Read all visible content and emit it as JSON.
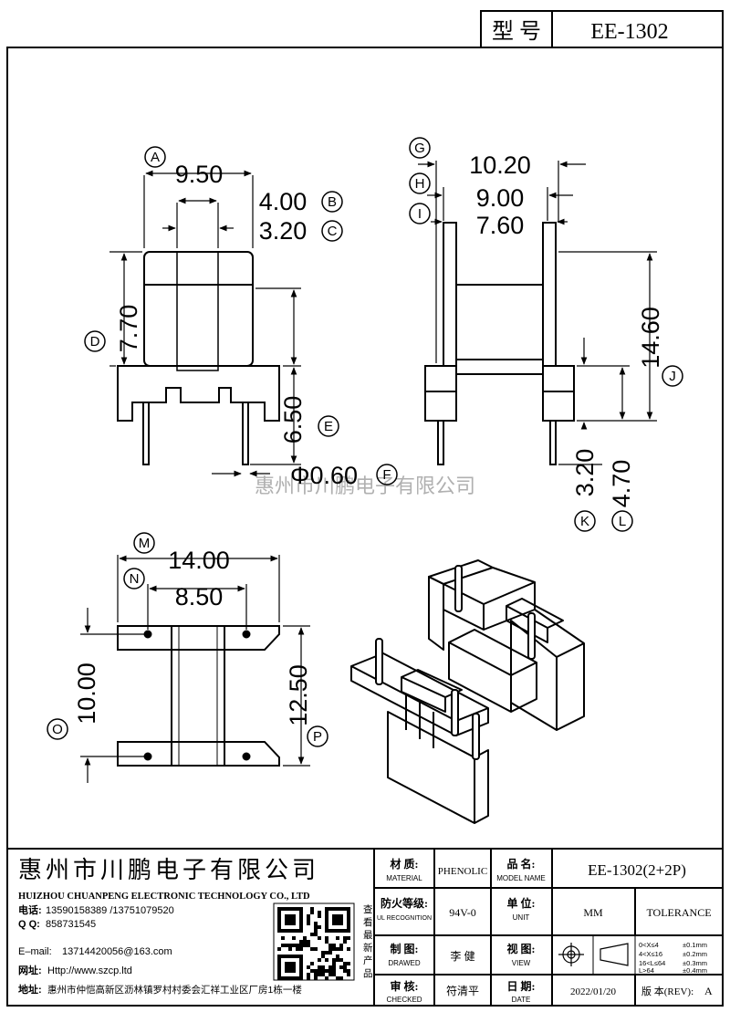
{
  "header": {
    "type_label": "型 号",
    "model": "EE-1302"
  },
  "watermark": "惠州市川鹏电子有限公司",
  "dimensions": {
    "A": {
      "letter": "A",
      "value": "9.50"
    },
    "B": {
      "letter": "B",
      "value": "4.00"
    },
    "C": {
      "letter": "C",
      "value": "3.20"
    },
    "D": {
      "letter": "D",
      "value": "7.70"
    },
    "E": {
      "letter": "E",
      "value": "6.50"
    },
    "F": {
      "letter": "F",
      "value": "Φ0.60"
    },
    "G": {
      "letter": "G",
      "value": "10.20"
    },
    "H": {
      "letter": "H",
      "value": "9.00"
    },
    "I": {
      "letter": "I",
      "value": "7.60"
    },
    "J": {
      "letter": "J",
      "value": "14.60"
    },
    "K": {
      "letter": "K",
      "value": "3.20"
    },
    "L": {
      "letter": "L",
      "value": "4.70"
    },
    "M": {
      "letter": "M",
      "value": "14.00"
    },
    "N": {
      "letter": "N",
      "value": "8.50"
    },
    "O": {
      "letter": "O",
      "value": "10.00"
    },
    "P": {
      "letter": "P",
      "value": "12.50"
    }
  },
  "company": {
    "name_cn": "惠州市川鹏电子有限公司",
    "name_en": "HUIZHOU CHUANPENG ELECTRONIC TECHNOLOGY CO., LTD",
    "phone_label": "电话:",
    "phone": "13590158389 /13751079520",
    "qq_label": "Q Q:",
    "qq": "858731545",
    "email_label": "E–mail:",
    "email": "13714420056@163.com",
    "web_label": "网址:",
    "web": "Http://www.szcp.ltd",
    "addr_label": "地址:",
    "addr": "惠州市仲恺高新区沥林镇罗村村委会汇祥工业区厂房1栋一楼",
    "qr_caption": [
      "查",
      "看",
      "最",
      "新",
      "产",
      "品"
    ]
  },
  "titleblock": {
    "material_cn": "材 质:",
    "material_en": "MATERIAL",
    "material": "PHENOLIC",
    "model_cn": "品 名:",
    "model_en": "MODEL NAME",
    "model_name": "EE-1302(2+2P)",
    "ul_cn": "防火等级:",
    "ul_en": "UL RECOGNITION",
    "ul": "94V-0",
    "unit_cn": "单 位:",
    "unit_en": "UNIT",
    "unit": "MM",
    "tolerance": "TOLERANCE",
    "drawn_cn": "制 图:",
    "drawn_en": "DRAWED",
    "drawn": "李 健",
    "view_cn": "视 图:",
    "view_en": "VIEW",
    "checked_cn": "审 核:",
    "checked_en": "CHECKED",
    "checked": "符清平",
    "date_cn": "日 期:",
    "date_en": "DATE",
    "date": "2022/01/20",
    "rev_label": "版 本(REV):",
    "rev": "A",
    "tol_rows": [
      {
        "range": "0<X≤4",
        "tol": "±0.1mm"
      },
      {
        "range": "4<X≤16",
        "tol": "±0.2mm"
      },
      {
        "range": "16<L≤64",
        "tol": "±0.3mm"
      },
      {
        "range": "L>64",
        "tol": "±0.4mm"
      }
    ]
  }
}
